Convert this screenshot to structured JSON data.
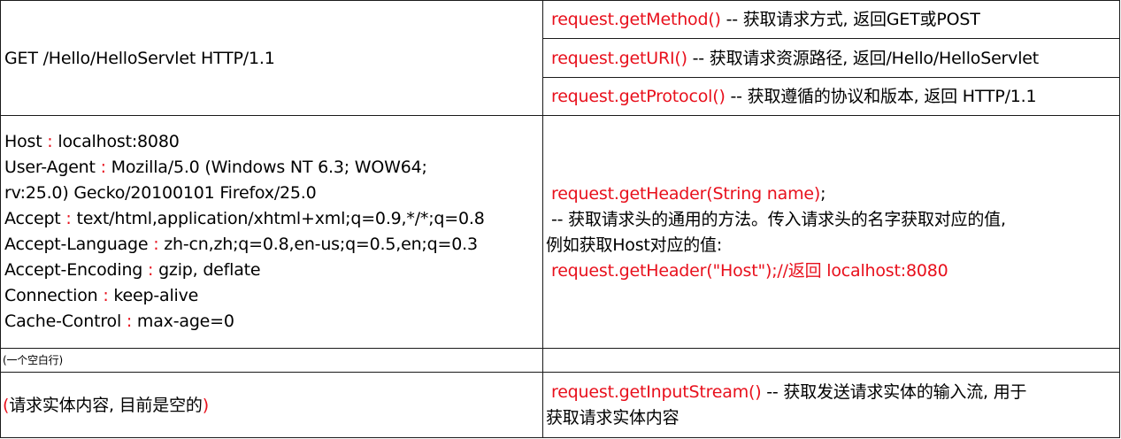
{
  "table": {
    "row1": {
      "left": "GET  /Hello/HelloServlet  HTTP/1.1",
      "right": [
        {
          "method": "request.getMethod()",
          "desc": " -- 获取请求方式, 返回GET或POST"
        },
        {
          "method": "request.getURI()",
          "desc": " -- 获取请求资源路径, 返回/Hello/HelloServlet"
        },
        {
          "method": "request.getProtocol()",
          "desc": " -- 获取遵循的协议和版本, 返回 HTTP/1.1"
        }
      ]
    },
    "row2": {
      "headers": [
        {
          "name": "Host",
          "sep": " : ",
          "value": "localhost:8080"
        },
        {
          "name": "User-Agent",
          "sep": " : ",
          "value": "Mozilla/5.0 (Windows NT 6.3; WOW64;"
        },
        {
          "cont": "rv:25.0) Gecko/20100101 Firefox/25.0"
        },
        {
          "name": "Accept",
          "sep": " : ",
          "value": "text/html,application/xhtml+xml;q=0.9,*/*;q=0.8"
        },
        {
          "name": "Accept-Language",
          "sep": " : ",
          "value": "zh-cn,zh;q=0.8,en-us;q=0.5,en;q=0.3"
        },
        {
          "name": "Accept-Encoding",
          "sep": " : ",
          "value": "gzip, deflate"
        },
        {
          "name": "Connection",
          "sep": " : ",
          "value": "keep-alive"
        },
        {
          "name": "Cache-Control",
          "sep": " : ",
          "value": "max-age=0"
        }
      ],
      "right": {
        "line1_method": "request.getHeader(String name)",
        "line1_tail": ";",
        "line2": " -- 获取请求头的通用的方法。传入请求头的名字获取对应的值,",
        "line3": "例如获取Host对应的值:",
        "line4": "request.getHeader(\"Host\");//返回 localhost:8080"
      }
    },
    "row3": {
      "left": "(一个空白行)",
      "right": ""
    },
    "row4": {
      "left_open": "(",
      "left_text": "请求实体内容, 目前是空的",
      "left_close": ")",
      "right": {
        "method": "request.getInputStream()",
        "desc": " -- 获取发送请求实体的输入流, 用于",
        "line2": "获取请求实体内容"
      }
    }
  },
  "colors": {
    "accent_red": "#e8101c",
    "text": "#000000",
    "grid": "#1a1a1a"
  }
}
